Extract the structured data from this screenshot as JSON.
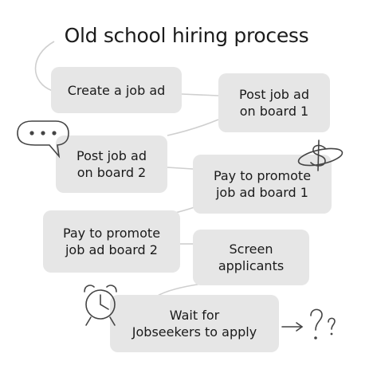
{
  "title": "Old school hiring process",
  "steps": [
    {
      "label": "Create a job ad"
    },
    {
      "label": "Post job ad\non board 1"
    },
    {
      "label": "Post job ad\non board 2"
    },
    {
      "label": "Pay to promote\njob ad board 1"
    },
    {
      "label": "Pay to promote\njob ad board 2"
    },
    {
      "label": "Screen\napplicants"
    },
    {
      "label": "Wait for\nJobseekers to apply"
    }
  ],
  "icons": [
    "speech-bubble-icon",
    "dollar-icon",
    "alarm-clock-icon",
    "question-marks-icon"
  ],
  "colors": {
    "box": "#e6e6e6",
    "line": "#cfcfcf",
    "sketch": "#444444",
    "text": "#1a1a1a"
  }
}
